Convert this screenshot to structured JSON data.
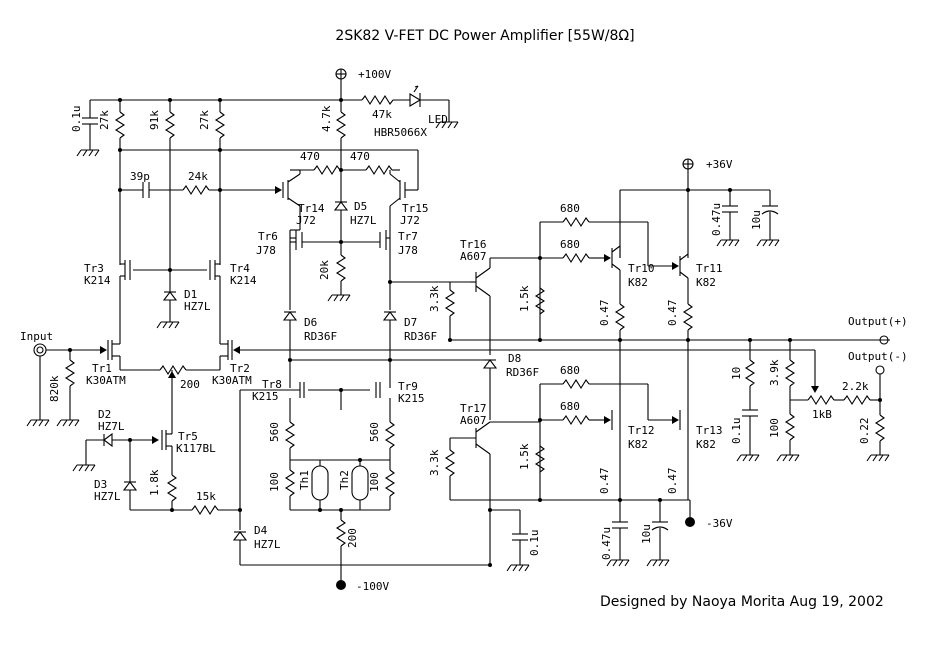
{
  "title": "2SK82 V-FET DC Power Amplifier [55W/8Ω]",
  "credit": "Designed by Naoya Morita Aug 19, 2002",
  "rails": {
    "pos100": "+100V",
    "neg100": "-100V",
    "pos36": "+36V",
    "neg36": "-36V"
  },
  "io": {
    "input": "Input",
    "out_pos": "Output(+)",
    "out_neg": "Output(-)"
  },
  "led": {
    "label": "LED",
    "part": "HBR5066X"
  },
  "res": {
    "r47k": "47k",
    "r47k2": "4.7k",
    "r27k_a": "27k",
    "r91k": "91k",
    "r27k_b": "27k",
    "r24k": "24k",
    "r470_a": "470",
    "r470_b": "470",
    "r20k": "20k",
    "r200_top": "200",
    "r820k": "820k",
    "r1_8k": "1.8k",
    "r15k": "15k",
    "r560_a": "560",
    "r560_b": "560",
    "r100_a": "100",
    "r100_b": "100",
    "r200_bot": "200",
    "r3_3k_a": "3.3k",
    "r3_3k_b": "3.3k",
    "r680_a": "680",
    "r680_b": "680",
    "r680_c": "680",
    "r680_d": "680",
    "r1_5k_a": "1.5k",
    "r1_5k_b": "1.5k",
    "r047_a": "0.47",
    "r047_b": "0.47",
    "r047_c": "0.47",
    "r047_d": "0.47",
    "r10": "10",
    "r3_9k": "3.9k",
    "r100_c": "100",
    "r2_2k": "2.2k",
    "r022": "0.22",
    "vr1k": "1kB"
  },
  "caps": {
    "c01u_a": "0.1u",
    "c39p": "39p",
    "c047u_a": "0.47u",
    "c10u_a": "10u",
    "c01u_b": "0.1u",
    "c01u_c": "0.1u",
    "c047u_b": "0.47u",
    "c10u_b": "10u"
  },
  "trans": {
    "tr1_n": "Tr1",
    "tr1_p": "K30ATM",
    "tr2_n": "Tr2",
    "tr2_p": "K30ATM",
    "tr3_n": "Tr3",
    "tr3_p": "K214",
    "tr4_n": "Tr4",
    "tr4_p": "K214",
    "tr5_n": "Tr5",
    "tr5_p": "K117BL",
    "tr6_n": "Tr6",
    "tr6_p": "J78",
    "tr7_n": "Tr7",
    "tr7_p": "J78",
    "tr8_n": "Tr8",
    "tr8_p": "K215",
    "tr9_n": "Tr9",
    "tr9_p": "K215",
    "tr10_n": "Tr10",
    "tr10_p": "K82",
    "tr11_n": "Tr11",
    "tr11_p": "K82",
    "tr12_n": "Tr12",
    "tr12_p": "K82",
    "tr13_n": "Tr13",
    "tr13_p": "K82",
    "tr14_n": "Tr14",
    "tr14_p": "J72",
    "tr15_n": "Tr15",
    "tr15_p": "J72",
    "tr16_n": "Tr16",
    "tr16_p": "A607",
    "tr17_n": "Tr17",
    "tr17_p": "A607"
  },
  "diodes": {
    "d1_n": "D1",
    "d1_p": "HZ7L",
    "d2_n": "D2",
    "d2_p": "HZ7L",
    "d3_n": "D3",
    "d3_p": "HZ7L",
    "d4_n": "D4",
    "d4_p": "HZ7L",
    "d5_n": "D5",
    "d5_p": "HZ7L",
    "d6_n": "D6",
    "d6_p": "RD36F",
    "d7_n": "D7",
    "d7_p": "RD36F",
    "d8_n": "D8",
    "d8_p": "RD36F"
  },
  "therm": {
    "th1": "Th1",
    "th2": "Th2"
  }
}
